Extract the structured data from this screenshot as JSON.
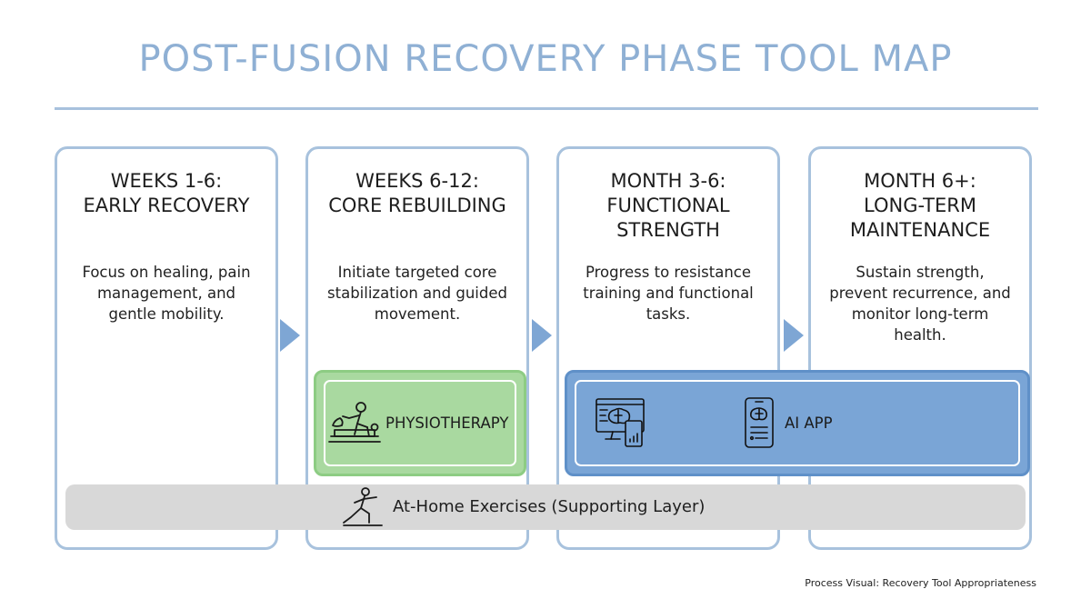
{
  "title": "POST-FUSION RECOVERY PHASE TOOL MAP",
  "phases": [
    {
      "title": "WEEKS 1-6:\nEARLY RECOVERY",
      "description": "Focus on healing, pain management, and gentle mobility."
    },
    {
      "title": "WEEKS 6-12:\nCORE REBUILDING",
      "description": "Initiate targeted core stabilization and guided movement."
    },
    {
      "title": "MONTH 3-6:\nFUNCTIONAL\nSTRENGTH",
      "description": "Progress to resistance training and functional tasks."
    },
    {
      "title": "MONTH 6+:\nLONG-TERM\nMAINTENANCE",
      "description": "Sustain strength, prevent recurrence, and monitor long-term health."
    }
  ],
  "tools": {
    "physiotherapy": {
      "label": "PHYSIOTHERAPY",
      "icon": "physiotherapy-icon",
      "color": "#a9d9a0"
    },
    "ai_app": {
      "label": "AI APP",
      "icons": [
        "monitor-brain-icon",
        "smartphone-brain-icon"
      ],
      "color": "#7aa5d6"
    },
    "supporting_layer": {
      "label": "At-Home Exercises (Supporting Layer)",
      "icon": "exercise-lunge-icon",
      "color": "#d8d8d8"
    }
  },
  "footer": "Process Visual: Recovery Tool Appropriateness",
  "colors": {
    "title": "#8fb0d4",
    "card_border": "#a8c2dd",
    "arrow": "#7ea6d4"
  }
}
